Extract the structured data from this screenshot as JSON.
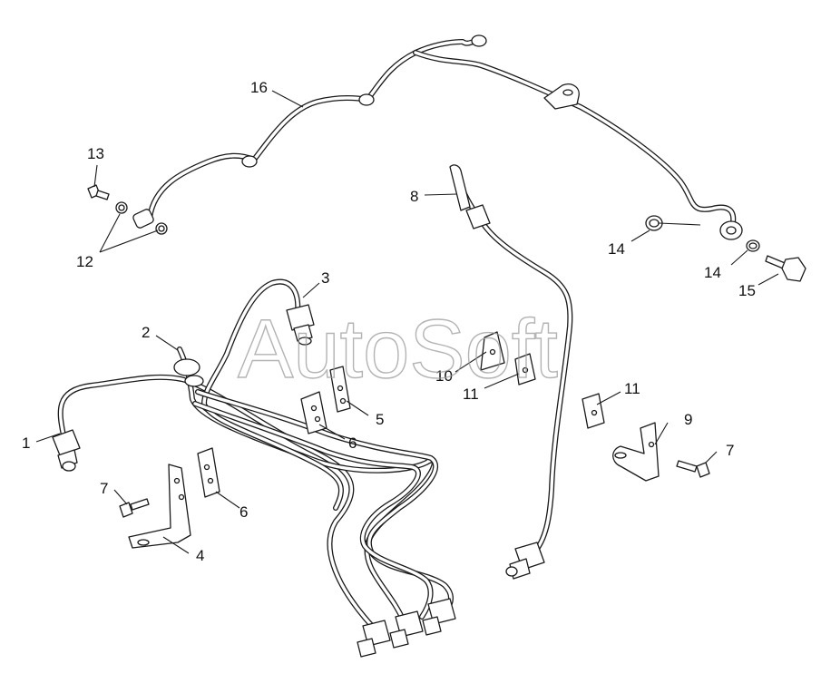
{
  "watermark": "AutoSoft",
  "callouts": {
    "c1": "1",
    "c2": "2",
    "c3": "3",
    "c4": "4",
    "c5": "5",
    "c6a": "6",
    "c6b": "6",
    "c7a": "7",
    "c7b": "7",
    "c8": "8",
    "c9": "9",
    "c10": "10",
    "c11a": "11",
    "c11b": "11",
    "c12": "12",
    "c13": "13",
    "c14a": "14",
    "c14b": "14",
    "c15": "15",
    "c16": "16"
  }
}
